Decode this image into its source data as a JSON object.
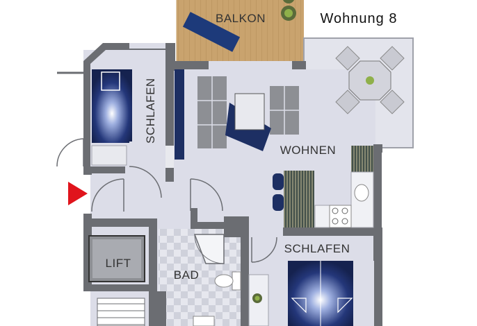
{
  "title": "Wohnung  8",
  "rooms": {
    "balkon": "BALKON",
    "schlafen_left": "SCHLAFEN",
    "wohnen": "WOHNEN",
    "schlafen_right": "SCHLAFEN",
    "bad": "BAD",
    "lift": "LIFT"
  },
  "colors": {
    "wall": "#6b6d72",
    "floor": "#dcdde8",
    "terrace": "#e3e4ec",
    "balcony_wood": "#c9a36e",
    "bed_navy": "#1d2f63",
    "sofa_gray": "#8d8f94",
    "entry_arrow": "#e0141c"
  },
  "icons": [
    "entry-arrow-icon",
    "plant-icon",
    "bed-icon",
    "sofa-icon",
    "dining-table-icon",
    "stove-icon",
    "sink-icon",
    "toilet-icon",
    "shower-icon"
  ]
}
